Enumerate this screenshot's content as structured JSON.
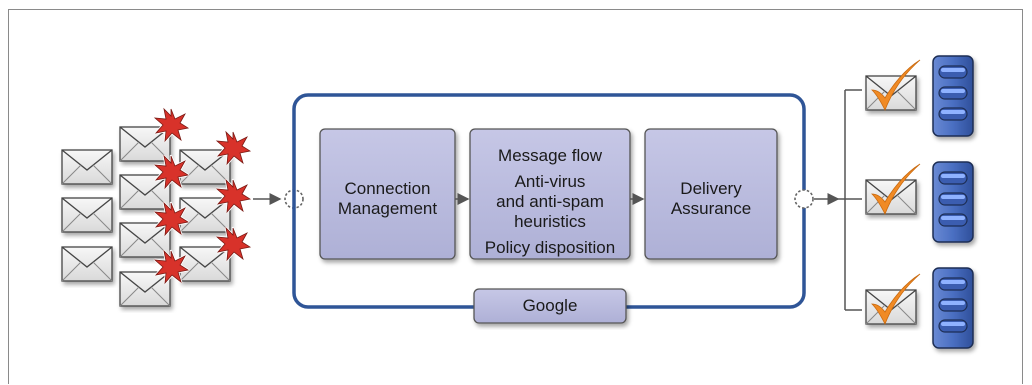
{
  "stages": {
    "connection": {
      "line1": "Connection",
      "line2": "Management"
    },
    "message": {
      "title": "Message flow",
      "av1": "Anti-virus",
      "av2": "and anti-spam",
      "av3": "heuristics",
      "policy": "Policy disposition"
    },
    "delivery": {
      "line1": "Delivery",
      "line2": "Assurance"
    }
  },
  "footer_label": "Google",
  "colors": {
    "container_border": "#2f5597",
    "stage_fill": "#b7b8dc",
    "stage_border": "#555555",
    "envelope_fill": "#ececec",
    "spam_burst": "#d8322a",
    "checkmark": "#f08a24",
    "server_fill": "#4a6fc2"
  },
  "icons": {
    "incoming": "spam-envelope-icon",
    "outgoing": "checked-envelope-icon",
    "destination": "mail-server-icon",
    "port": "connection-port-icon"
  }
}
